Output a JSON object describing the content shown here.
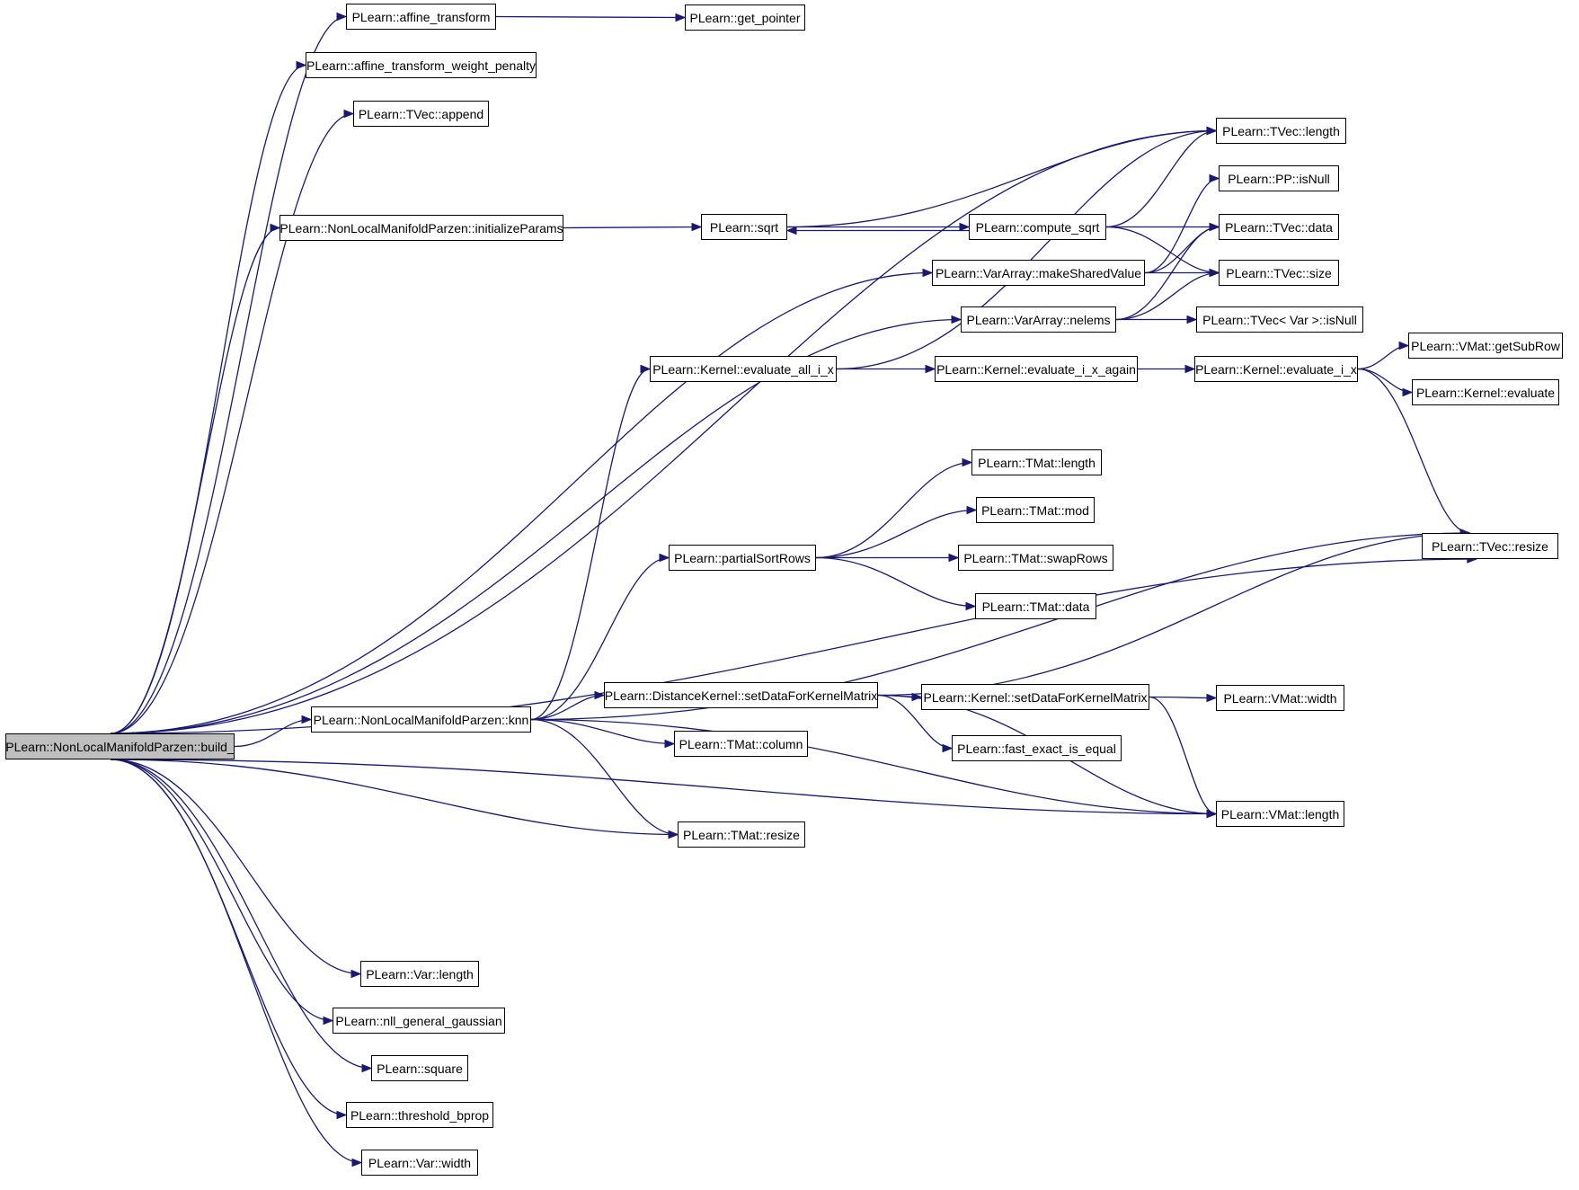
{
  "graph": {
    "root": "build",
    "colors": {
      "edge": "#191970",
      "node_border": "#000000",
      "node_fill": "#ffffff",
      "root_fill": "#bfbfbf"
    },
    "nodes": {
      "build": "PLearn::NonLocalManifoldParzen::build_",
      "affine": "PLearn::affine_transform",
      "getptr": "PLearn::get_pointer",
      "affine_wp": "PLearn::affine_transform_weight_penalty",
      "append": "PLearn::TVec::append",
      "tvec_length": "PLearn::TVec::length",
      "init": "PLearn::NonLocalManifoldParzen::initializeParams",
      "sqrt": "PLearn::sqrt",
      "csqrt": "PLearn::compute_sqrt",
      "pp_isnull": "PLearn::PP::isNull",
      "tvec_data": "PLearn::TVec::data",
      "makeshared": "PLearn::VarArray::makeSharedValue",
      "tvec_size": "PLearn::TVec::size",
      "nelems": "PLearn::VarArray::nelems",
      "tvecvar_isnull": "PLearn::TVec< Var >::isNull",
      "eval_all": "PLearn::Kernel::evaluate_all_i_x",
      "eval_again": "PLearn::Kernel::evaluate_i_x_again",
      "eval_ix": "PLearn::Kernel::evaluate_i_x",
      "getsubrow": "PLearn::VMat::getSubRow",
      "kevaluate": "PLearn::Kernel::evaluate",
      "tmat_length": "PLearn::TMat::length",
      "tmat_mod": "PLearn::TMat::mod",
      "psort": "PLearn::partialSortRows",
      "tmat_swap": "PLearn::TMat::swapRows",
      "tvec_resize": "PLearn::TVec::resize",
      "tmat_data": "PLearn::TMat::data",
      "dk_setdata": "PLearn::DistanceKernel::setDataForKernelMatrix",
      "k_setdata": "PLearn::Kernel::setDataForKernelMatrix",
      "vmat_width": "PLearn::VMat::width",
      "knn": "PLearn::NonLocalManifoldParzen::knn",
      "fast_eq": "PLearn::fast_exact_is_equal",
      "tmat_column": "PLearn::TMat::column",
      "vmat_length": "PLearn::VMat::length",
      "tmat_resize": "PLearn::TMat::resize",
      "var_length": "PLearn::Var::length",
      "nll": "PLearn::nll_general_gaussian",
      "square": "PLearn::square",
      "threshold": "PLearn::threshold_bprop",
      "var_width": "PLearn::Var::width"
    },
    "edges": [
      [
        "build",
        "affine"
      ],
      [
        "affine",
        "getptr"
      ],
      [
        "build",
        "affine_wp"
      ],
      [
        "build",
        "append"
      ],
      [
        "build",
        "tvec_length"
      ],
      [
        "build",
        "init"
      ],
      [
        "init",
        "sqrt"
      ],
      [
        "sqrt",
        "csqrt"
      ],
      [
        "csqrt",
        "sqrt"
      ],
      [
        "sqrt",
        "tvec_length"
      ],
      [
        "csqrt",
        "tvec_length"
      ],
      [
        "csqrt",
        "tvec_data"
      ],
      [
        "csqrt",
        "tvec_size"
      ],
      [
        "build",
        "makeshared"
      ],
      [
        "makeshared",
        "pp_isnull"
      ],
      [
        "makeshared",
        "tvec_data"
      ],
      [
        "makeshared",
        "tvec_size"
      ],
      [
        "build",
        "nelems"
      ],
      [
        "nelems",
        "tvec_data"
      ],
      [
        "nelems",
        "tvec_size"
      ],
      [
        "nelems",
        "tvecvar_isnull"
      ],
      [
        "build",
        "knn"
      ],
      [
        "knn",
        "eval_all"
      ],
      [
        "eval_all",
        "tvec_length"
      ],
      [
        "eval_all",
        "eval_again"
      ],
      [
        "eval_again",
        "eval_ix"
      ],
      [
        "eval_ix",
        "getsubrow"
      ],
      [
        "eval_ix",
        "kevaluate"
      ],
      [
        "eval_ix",
        "tvec_resize"
      ],
      [
        "knn",
        "tvec_resize"
      ],
      [
        "knn",
        "psort"
      ],
      [
        "psort",
        "tmat_length"
      ],
      [
        "psort",
        "tmat_mod"
      ],
      [
        "psort",
        "tmat_swap"
      ],
      [
        "psort",
        "tmat_data"
      ],
      [
        "knn",
        "dk_setdata"
      ],
      [
        "dk_setdata",
        "tvec_resize"
      ],
      [
        "dk_setdata",
        "k_setdata"
      ],
      [
        "k_setdata",
        "vmat_width"
      ],
      [
        "k_setdata",
        "vmat_length"
      ],
      [
        "dk_setdata",
        "fast_eq"
      ],
      [
        "dk_setdata",
        "vmat_length"
      ],
      [
        "knn",
        "tmat_column"
      ],
      [
        "knn",
        "tmat_resize"
      ],
      [
        "knn",
        "vmat_length"
      ],
      [
        "build",
        "tmat_resize"
      ],
      [
        "build",
        "vmat_length"
      ],
      [
        "build",
        "tvec_resize"
      ],
      [
        "build",
        "var_length"
      ],
      [
        "build",
        "nll"
      ],
      [
        "build",
        "square"
      ],
      [
        "build",
        "threshold"
      ],
      [
        "build",
        "var_width"
      ]
    ]
  }
}
